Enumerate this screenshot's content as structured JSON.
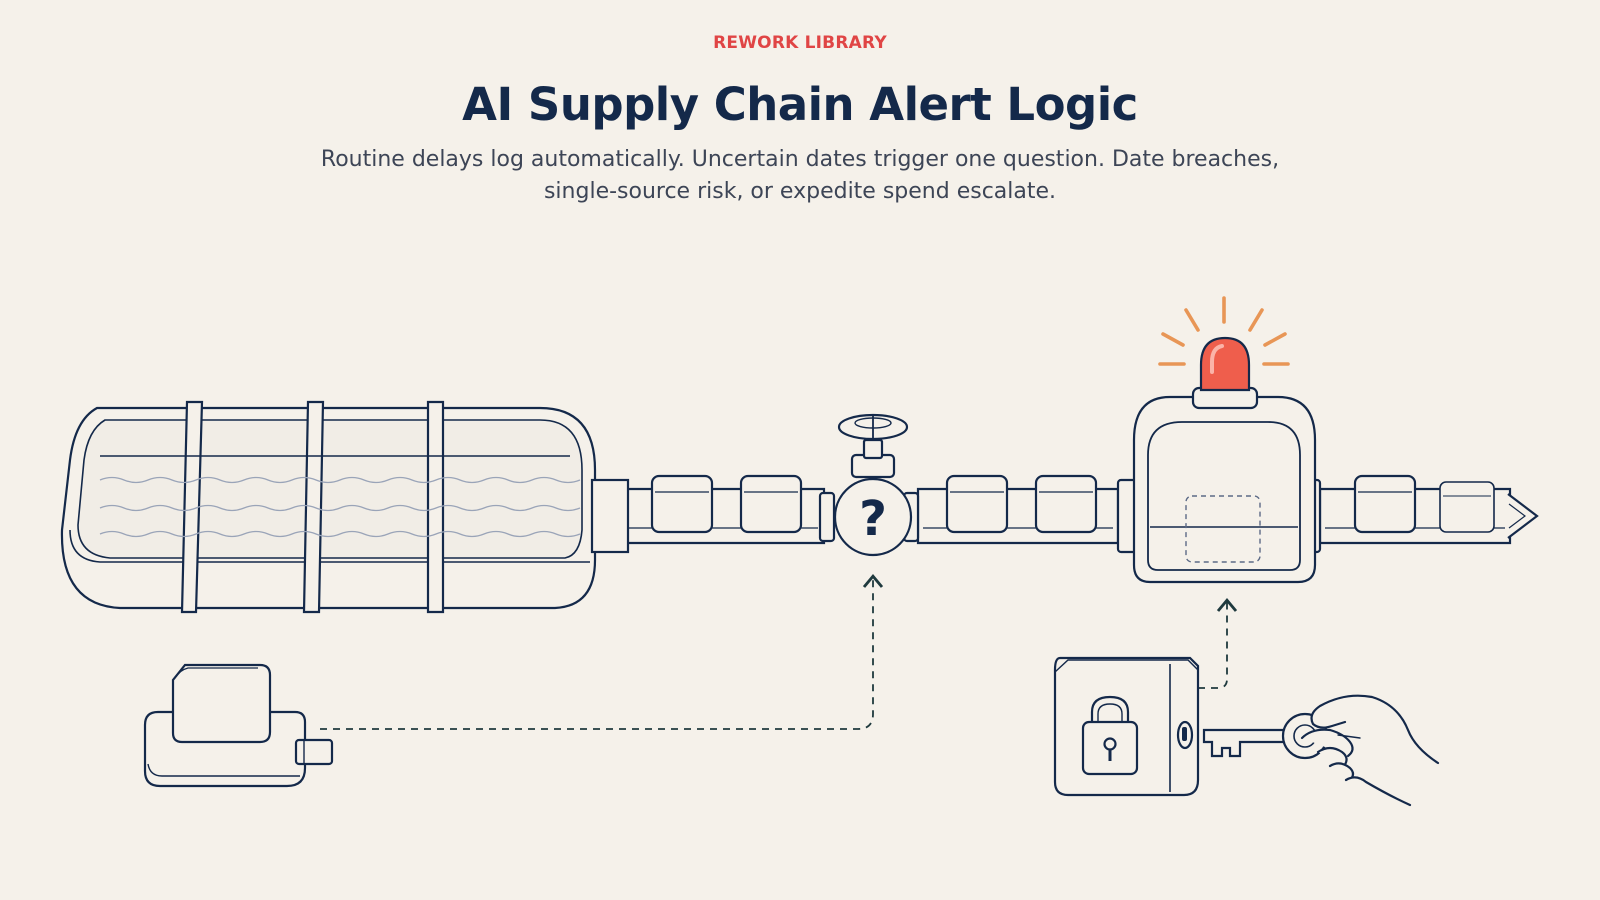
{
  "header": {
    "eyebrow": "REWORK LIBRARY",
    "title": "AI Supply Chain Alert Logic",
    "subtitle_line1": "Routine delays log automatically. Uncertain dates trigger one question. Date breaches,",
    "subtitle_line2": "single-source risk, or expedite spend escalate."
  },
  "diagram": {
    "valve_symbol": "?",
    "icons": [
      "log-tank-icon",
      "question-valve-icon",
      "alarm-chamber-icon",
      "siren-light-icon",
      "supply-box-source-icon",
      "padlock-box-icon",
      "key-icon",
      "hand-icon",
      "output-arrow-icon"
    ]
  },
  "colors": {
    "background": "#f5f1ea",
    "ink": "#14294a",
    "accent_red": "#e04545",
    "siren": "#ef5e4c",
    "siren_rays": "#e89656",
    "water_lines": "#9aa4b8"
  }
}
